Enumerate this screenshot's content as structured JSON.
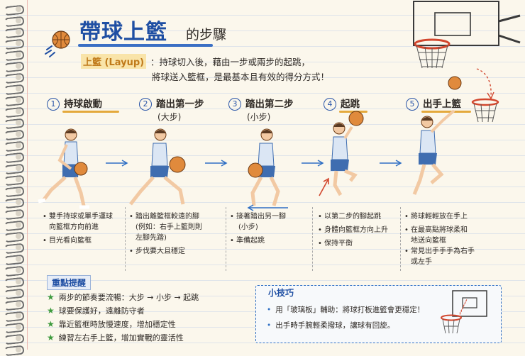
{
  "title": {
    "main": "帶球上籃",
    "sub": "的步驟"
  },
  "definition": {
    "term": "上籃 (Layup)",
    "line1": "：持球切入後，藉由一步或兩步的起跳，",
    "line2": "將球送入籃框，是最基本且有效的得分方式！"
  },
  "steps": [
    {
      "num": "1",
      "title": "持球啟動",
      "sub": "",
      "bullets": [
        "雙手持球或單手運球",
        "向籃框方向前進",
        "目光看向籃框"
      ]
    },
    {
      "num": "2",
      "title": "踏出第一步",
      "sub": "(大步)",
      "bullets": [
        "踏出離籃框較遠的腳",
        "(例如：右手上籃則則",
        "左腳先踏)",
        "步伐要大且穩定"
      ]
    },
    {
      "num": "3",
      "title": "踏出第二步",
      "sub": "(小步)",
      "bullets": [
        "接著踏出另一腳",
        "(小步)",
        "準備起跳"
      ]
    },
    {
      "num": "4",
      "title": "起跳",
      "sub": "",
      "bullets": [
        "以第二步的腳起跳",
        "身體向籃框方向上升",
        "保持平衡"
      ]
    },
    {
      "num": "5",
      "title": "出手上籃",
      "sub": "",
      "bullets": [
        "將球輕輕放在手上",
        "在最高點將球柔和",
        "地送向籃框",
        "常見出手手手為右手",
        "或左手"
      ]
    }
  ],
  "focus": {
    "label": "重點提醒",
    "items": [
      "兩步的節奏要流暢：大步 → 小步 → 起跳",
      "球要保護好，遠離防守者",
      "靠近籃框時放慢速度，增加穩定性",
      "練習左右手上籃，增加實戰的靈活性"
    ]
  },
  "tips": {
    "title": "小技巧",
    "items": [
      "用「玻璃板」輔助：將球打板進籃會更穩定！",
      "出手時手腕輕柔撥球，讓球有回旋。"
    ]
  },
  "colors": {
    "title": "#1f4fa3",
    "accent": "#e4a93c",
    "ball": "#e08a3c",
    "jersey": "#dbe6f4",
    "shorts": "#3f6db0",
    "skin": "#f2c9a3"
  }
}
